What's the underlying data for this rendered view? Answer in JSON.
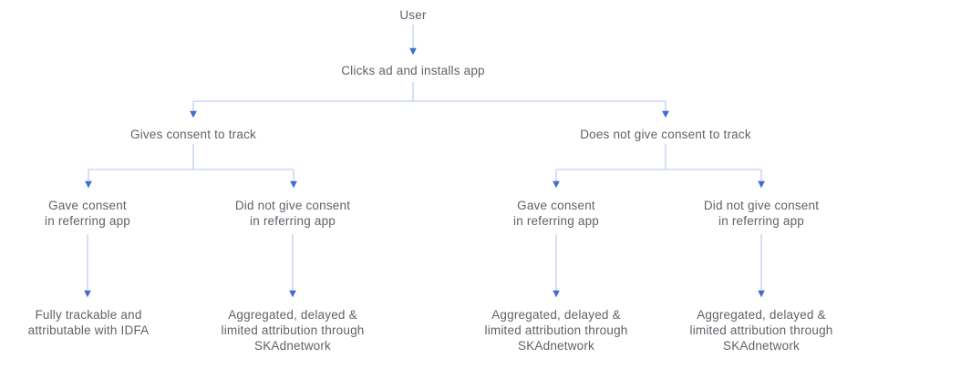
{
  "colors": {
    "line": "#b4c7ec",
    "arrowhead": "#3f6ed0",
    "text": "#5e6369",
    "background": "#ffffff"
  },
  "flowchart": {
    "type": "decision-tree",
    "nodes": {
      "user": {
        "text": "User"
      },
      "install": {
        "text": "Clicks ad and installs app"
      },
      "left_branch": {
        "text": "Gives consent to track"
      },
      "right_branch": {
        "text": "Does not give consent to track"
      },
      "left_gave": {
        "l1": "Gave consent",
        "l2": "in referring app"
      },
      "left_not_gave": {
        "l1": "Did not give consent",
        "l2": "in referring app"
      },
      "right_gave": {
        "l1": "Gave consent",
        "l2": "in referring app"
      },
      "right_not_gave": {
        "l1": "Did not give consent",
        "l2": "in referring app"
      },
      "leaf_idfa": {
        "l1": "Fully trackable and",
        "l2": "attributable with IDFA"
      },
      "leaf_ska_left": {
        "l1": "Aggregated, delayed &",
        "l2": "limited attribution through",
        "l3": "SKAdnetwork"
      },
      "leaf_ska_mid": {
        "l1": "Aggregated, delayed &",
        "l2": "limited attribution through",
        "l3": "SKAdnetwork"
      },
      "leaf_ska_right": {
        "l1": "Aggregated, delayed &",
        "l2": "limited attribution through",
        "l3": "SKAdnetwork"
      }
    }
  }
}
